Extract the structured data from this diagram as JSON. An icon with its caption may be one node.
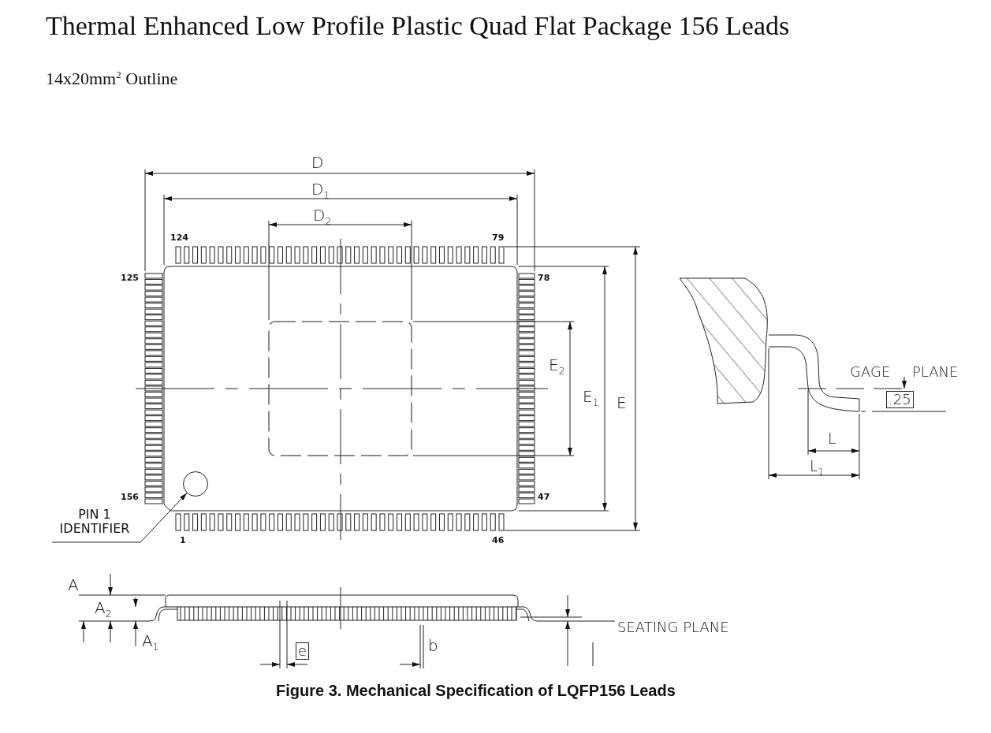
{
  "diagram": {
    "title": "Thermal Enhanced Low Profile Plastic Quad Flat Package 156 Leads",
    "caption": "Figure 3. Mechanical Specification of LQFP156 Leads",
    "nodes": [
      {
        "text": [
          "PIN 1 IDENTIFIER"
        ]
      },
      {
        "text": [],
        "shape": "circle"
      }
    ],
    "edges": [
      {
        "from": 0,
        "to": 1,
        "arrow": "to"
      }
    ],
    "labels": [
      "14x20mm$^{2}$ Outline",
      "D",
      "D$_{1}$",
      "D$_{2}$",
      "124",
      "79",
      "125",
      "78",
      "E$_{2}$",
      "E$_{1}$",
      "E",
      "156",
      "47",
      "1",
      "46",
      "GAGE",
      "PLANE",
      ".25",
      "L",
      "L$_{1}$",
      "A",
      "A$_{2}$",
      "A$_{1}$",
      "e",
      "b",
      "SEATING PLANE"
    ]
  }
}
